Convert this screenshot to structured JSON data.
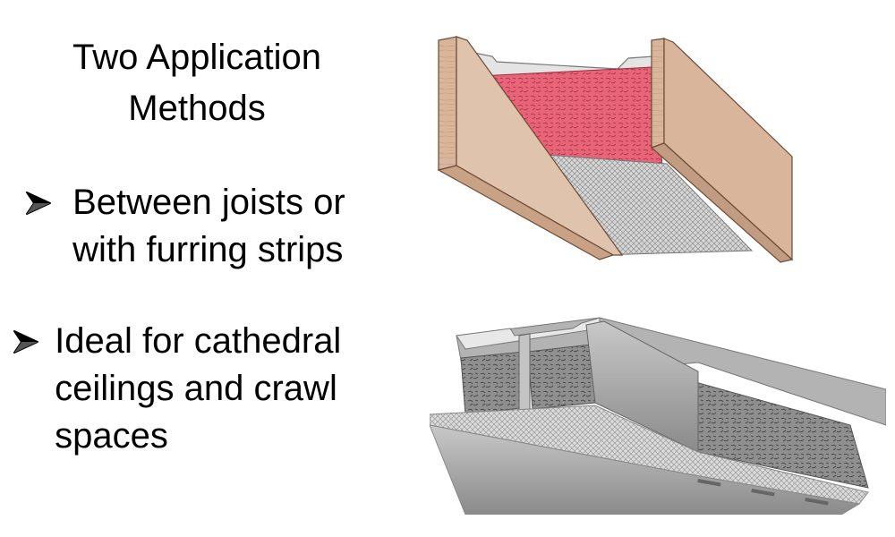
{
  "slide": {
    "title_line1": "Two Application",
    "title_line2": "Methods",
    "bullets": [
      {
        "line1": "Between joists or",
        "line2": "with furring strips"
      },
      {
        "line1": "Ideal for cathedral",
        "line2": "ceilings and crawl",
        "line3": "spaces"
      }
    ]
  },
  "icons": {
    "bullet": "arrowhead-bullet-icon"
  },
  "colors": {
    "joist_wood": "#d7b49a",
    "insulation_pink": "#e86478",
    "foil": "#c9c9c9",
    "gray_structure": "#a9a9a9"
  }
}
